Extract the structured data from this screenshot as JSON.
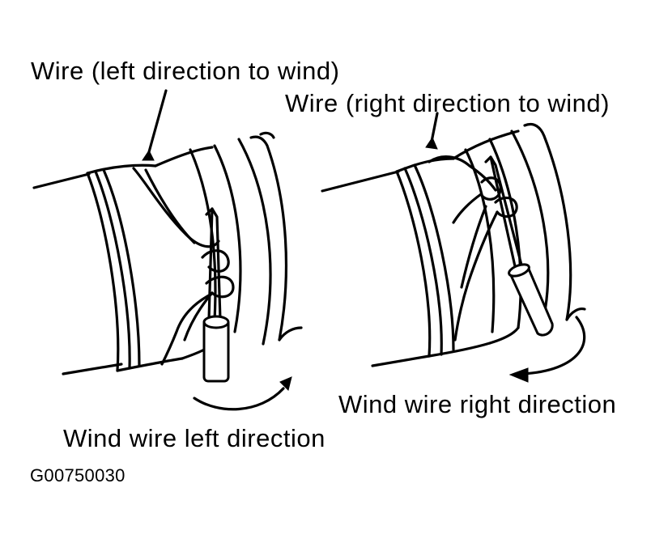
{
  "labels": {
    "left_wire": "Wire (left direction to wind)",
    "right_wire": "Wire (right direction to wind)",
    "left_wind": "Wind wire left direction",
    "right_wind": "Wind wire right direction",
    "figure_code": "G00750030"
  },
  "colors": {
    "ink": "#000000",
    "background": "#ffffff"
  }
}
